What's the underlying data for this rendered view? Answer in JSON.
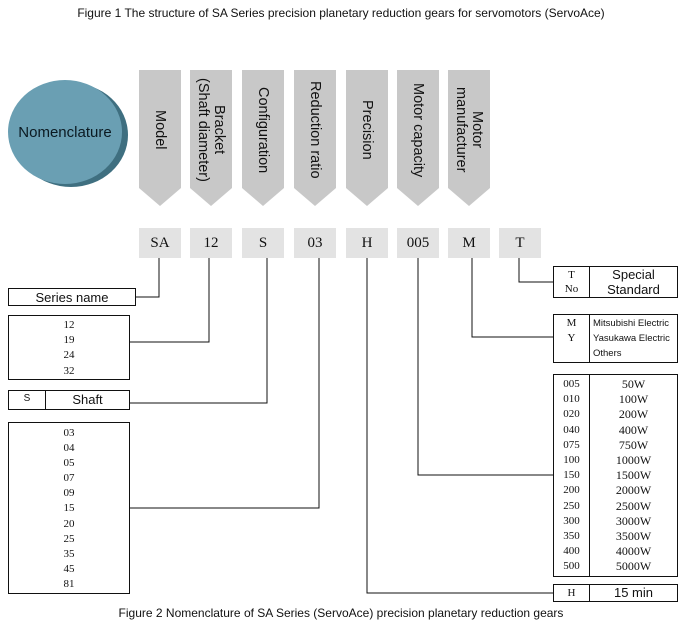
{
  "captions": {
    "top": "Figure 1 The structure of SA Series precision planetary reduction gears for servomotors (ServoAce)",
    "bottom": "Figure 2 Nomenclature of SA Series (ServoAce) precision planetary reduction gears"
  },
  "badge": "Nomenclature",
  "headers": [
    "Model",
    "Bracket\n(Shaft diameter)",
    "Configuration",
    "Reduction ratio",
    "Precision",
    "Motor capacity",
    "Motor manufacturer"
  ],
  "codes": [
    "SA",
    "12",
    "S",
    "03",
    "H",
    "005",
    "M",
    "T"
  ],
  "series_name": "Series name",
  "bracket_sizes": [
    "12",
    "19",
    "24",
    "32"
  ],
  "configuration": {
    "code": "S",
    "label": "Shaft"
  },
  "ratios": [
    "03",
    "04",
    "05",
    "07",
    "09",
    "15",
    "20",
    "25",
    "35",
    "45",
    "81"
  ],
  "type_options": [
    {
      "code": "T",
      "label": "Special"
    },
    {
      "code": "No",
      "label": "Standard"
    }
  ],
  "manufacturers": [
    {
      "code": "M",
      "label": "Mitsubishi Electric"
    },
    {
      "code": "Y",
      "label": "Yasukawa Electric"
    },
    {
      "code": "",
      "label": "Others"
    }
  ],
  "capacities": [
    {
      "code": "005",
      "value": "50W"
    },
    {
      "code": "010",
      "value": "100W"
    },
    {
      "code": "020",
      "value": "200W"
    },
    {
      "code": "040",
      "value": "400W"
    },
    {
      "code": "075",
      "value": "750W"
    },
    {
      "code": "100",
      "value": "1000W"
    },
    {
      "code": "150",
      "value": "1500W"
    },
    {
      "code": "200",
      "value": "2000W"
    },
    {
      "code": "250",
      "value": "2500W"
    },
    {
      "code": "300",
      "value": "3000W"
    },
    {
      "code": "350",
      "value": "3500W"
    },
    {
      "code": "400",
      "value": "4000W"
    },
    {
      "code": "500",
      "value": "5000W"
    }
  ],
  "precision": {
    "code": "H",
    "label": "15 min"
  },
  "colors": {
    "badge": "#6a9fb3",
    "header": "#c8c8c8",
    "code_box": "#e3e3e3"
  }
}
